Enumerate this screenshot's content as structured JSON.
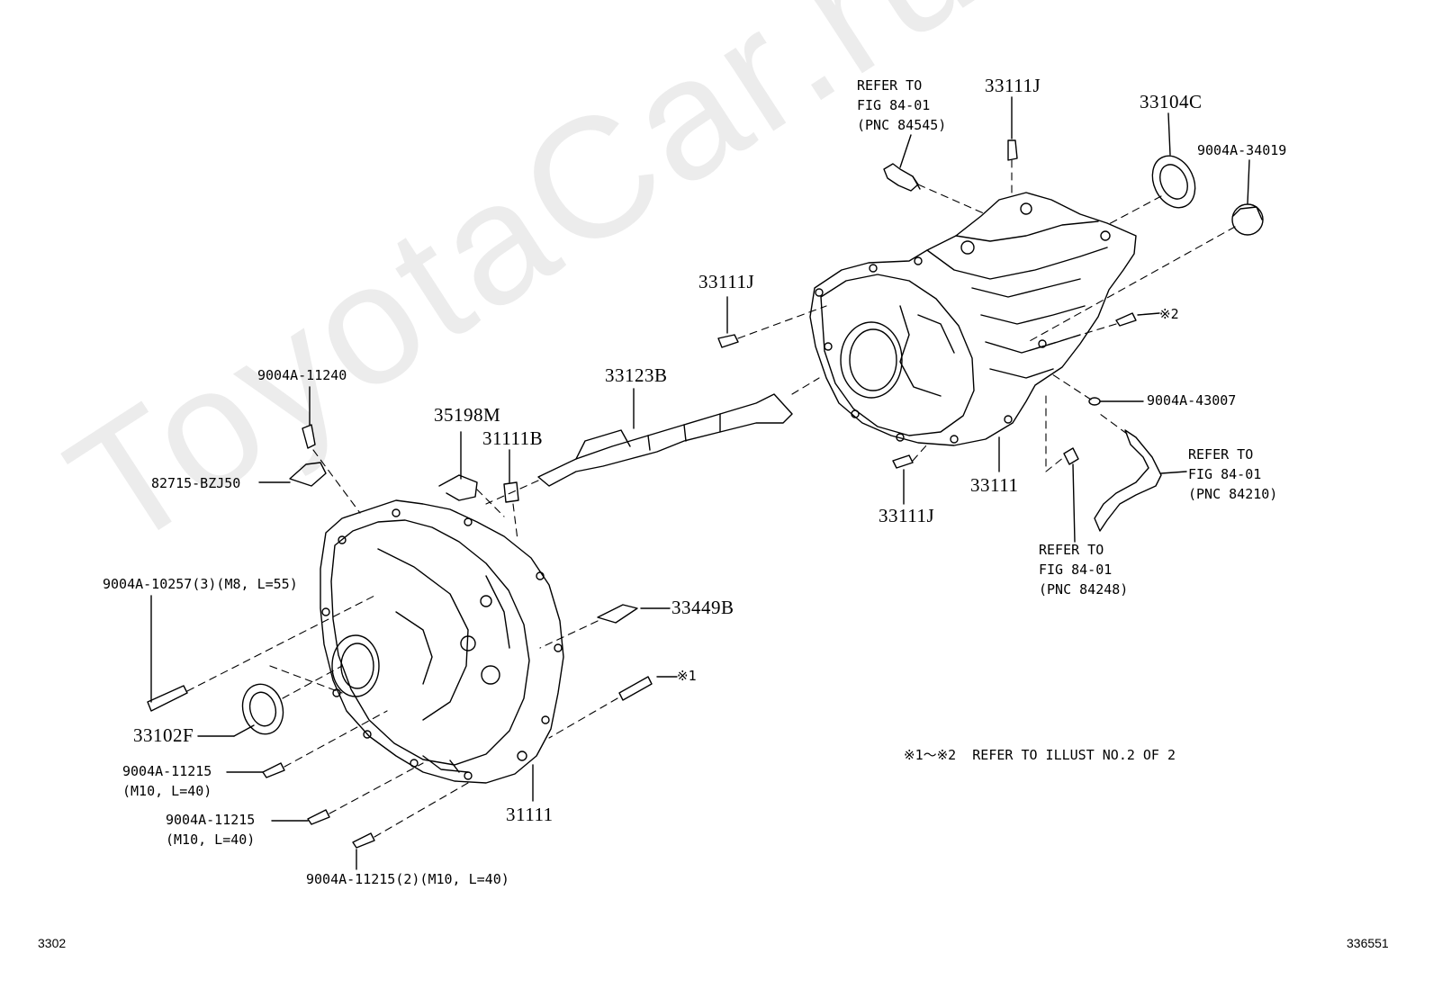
{
  "watermark": "ToyotaCar.ru",
  "labels": {
    "refer_84545": "REFER TO\nFIG 84-01\n(PNC 84545)",
    "p33111J_top": "33111J",
    "p33104C": "33104C",
    "p9004A_34019": "9004A-34019",
    "p33111J_mid": "33111J",
    "mark2": "※2",
    "p9004A_43007": "9004A-43007",
    "refer_84210": "REFER TO\nFIG 84-01\n(PNC 84210)",
    "p33111_right": "33111",
    "p33111J_bottom": "33111J",
    "refer_84248": "REFER TO\nFIG 84-01\n(PNC 84248)",
    "p9004A_11240": "9004A-11240",
    "p35198M": "35198M",
    "p31111B": "31111B",
    "p33123B": "33123B",
    "p82715_BZJ50": "82715-BZJ50",
    "p9004A_10257": "9004A-10257(3)(M8, L=55)",
    "p33449B": "33449B",
    "mark1": "※1",
    "p33102F": "33102F",
    "p9004A_11215_a": "9004A-11215\n(M10, L=40)",
    "p9004A_11215_b": "9004A-11215\n(M10, L=40)",
    "p9004A_11215_c": "9004A-11215(2)(M10, L=40)",
    "p31111": "31111",
    "note": "※1～※2  REFER TO ILLUST NO.2 OF 2"
  },
  "footer": {
    "left_code": "3302",
    "right_code": "336551"
  }
}
